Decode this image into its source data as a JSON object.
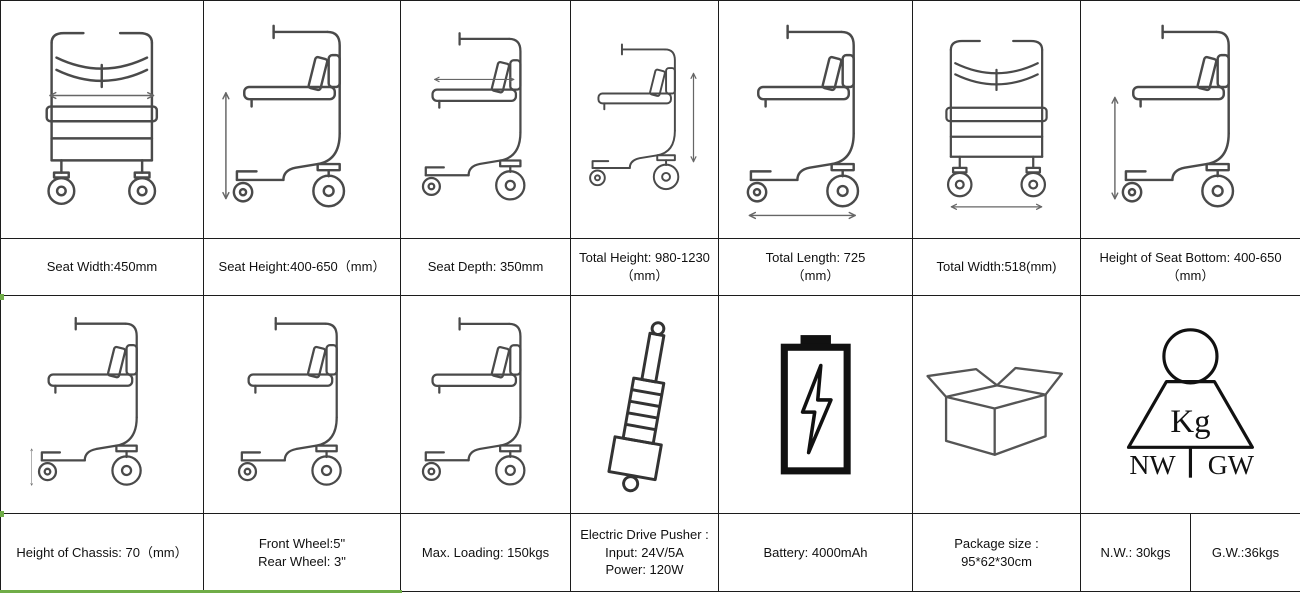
{
  "cells": {
    "row1": [
      {
        "icon": "chair-front-view",
        "caption": "Seat Width:450mm"
      },
      {
        "icon": "chair-side-view",
        "caption": "Seat Height:400-650（mm）"
      },
      {
        "icon": "chair-side-view",
        "caption": "Seat Depth: 350mm"
      },
      {
        "icon": "chair-side-view",
        "caption": "Total Height: 980-1230\n（mm）"
      },
      {
        "icon": "chair-side-view",
        "caption": "Total Length: 725\n（mm）"
      },
      {
        "icon": "chair-front-view",
        "caption": "Total Width:518(mm)"
      },
      {
        "icon": "chair-side-view",
        "caption": "Height of Seat Bottom: 400-650\n（mm）"
      }
    ],
    "row2": [
      {
        "icon": "chair-side-view",
        "caption": "Height of Chassis: 70（mm）"
      },
      {
        "icon": "chair-side-view",
        "caption": "Front Wheel:5\"\nRear Wheel: 3\""
      },
      {
        "icon": "chair-side-view",
        "caption": "Max. Loading: 150kgs"
      },
      {
        "icon": "linear-actuator",
        "caption": "Electric Drive Pusher :\nInput: 24V/5A\nPower: 120W"
      },
      {
        "icon": "battery",
        "caption": "Battery: 4000mAh"
      },
      {
        "icon": "package-box",
        "caption": "Package size :\n95*62*30cm"
      },
      {
        "icon": "weight-scale",
        "caption_left": "N.W.: 30kgs",
        "caption_right": "G.W.:36kgs"
      }
    ]
  },
  "weight_icon": {
    "kg": "Kg",
    "nw": "NW",
    "gw": "GW"
  },
  "colors": {
    "grid_line": "#1c1c1c",
    "drawing_line": "#4a4a4a",
    "battery_line": "#111111",
    "accent_green": "#70ad47"
  }
}
